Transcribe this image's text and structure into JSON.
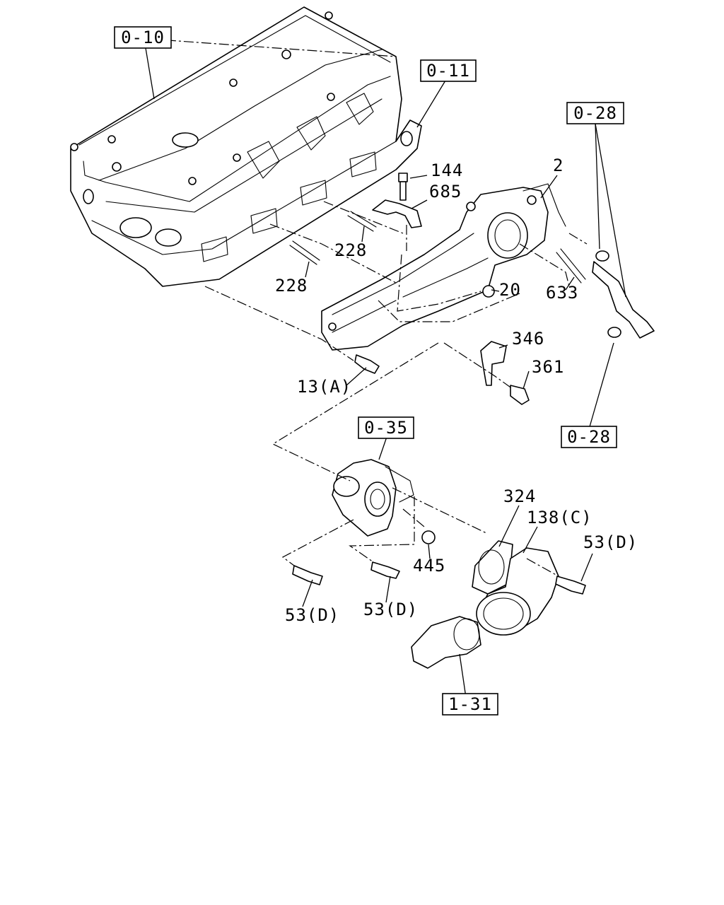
{
  "diagram": {
    "reference_boxes": [
      {
        "id": "ref-0-10",
        "label": "0-10"
      },
      {
        "id": "ref-0-11",
        "label": "0-11"
      },
      {
        "id": "ref-0-28-top",
        "label": "0-28"
      },
      {
        "id": "ref-0-28-bottom",
        "label": "0-28"
      },
      {
        "id": "ref-0-35",
        "label": "0-35"
      },
      {
        "id": "ref-1-31",
        "label": "1-31"
      }
    ],
    "callouts": [
      {
        "id": "part-144",
        "label": "144"
      },
      {
        "id": "part-2",
        "label": "2"
      },
      {
        "id": "part-685",
        "label": "685"
      },
      {
        "id": "part-228-upper",
        "label": "228"
      },
      {
        "id": "part-228-lower",
        "label": "228"
      },
      {
        "id": "part-20",
        "label": "20"
      },
      {
        "id": "part-633",
        "label": "633"
      },
      {
        "id": "part-346",
        "label": "346"
      },
      {
        "id": "part-361",
        "label": "361"
      },
      {
        "id": "part-13a",
        "label": "13(A)"
      },
      {
        "id": "part-324",
        "label": "324"
      },
      {
        "id": "part-138c",
        "label": "138(C)"
      },
      {
        "id": "part-53d-right",
        "label": "53(D)"
      },
      {
        "id": "part-445",
        "label": "445"
      },
      {
        "id": "part-53d-left",
        "label": "53(D)"
      },
      {
        "id": "part-53d-mid",
        "label": "53(D)"
      }
    ]
  }
}
